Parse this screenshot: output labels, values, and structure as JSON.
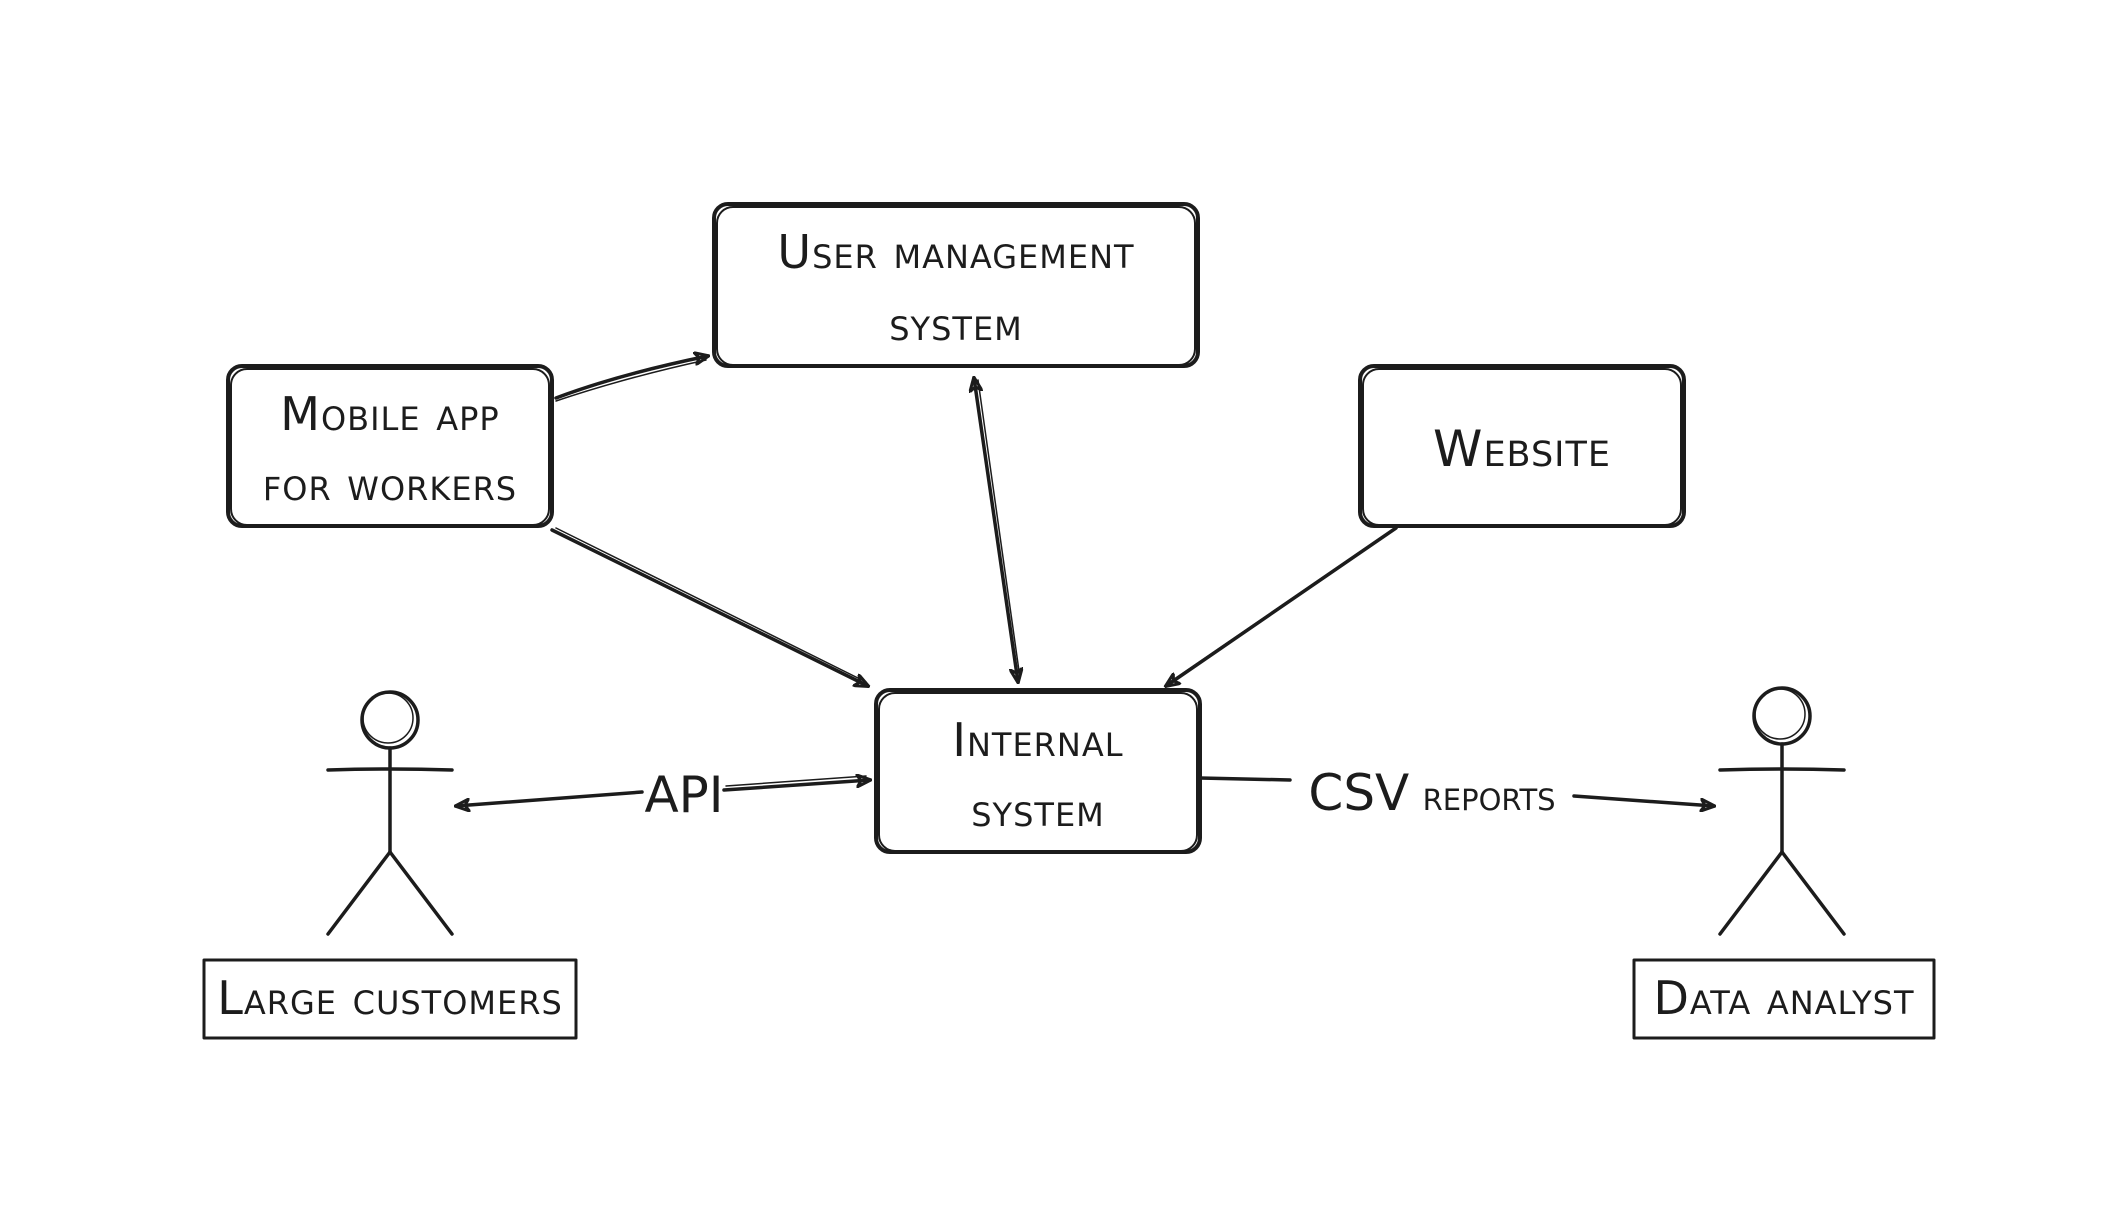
{
  "nodes": {
    "user_management": {
      "line1": "User management",
      "line2": "system"
    },
    "mobile_app": {
      "line1": "Mobile app",
      "line2": "for workers"
    },
    "website": {
      "line1": "Website"
    },
    "internal_system": {
      "line1": "Internal",
      "line2": "system"
    }
  },
  "actors": {
    "large_customers": {
      "label": "Large customers"
    },
    "data_analyst": {
      "label": "Data analyst"
    }
  },
  "edges": {
    "api": {
      "label": "API"
    },
    "csv_reports": {
      "label_main": "CSV",
      "label_rest": " reports"
    }
  },
  "colors": {
    "ink": "#1c1c1c",
    "background": "#ffffff"
  }
}
